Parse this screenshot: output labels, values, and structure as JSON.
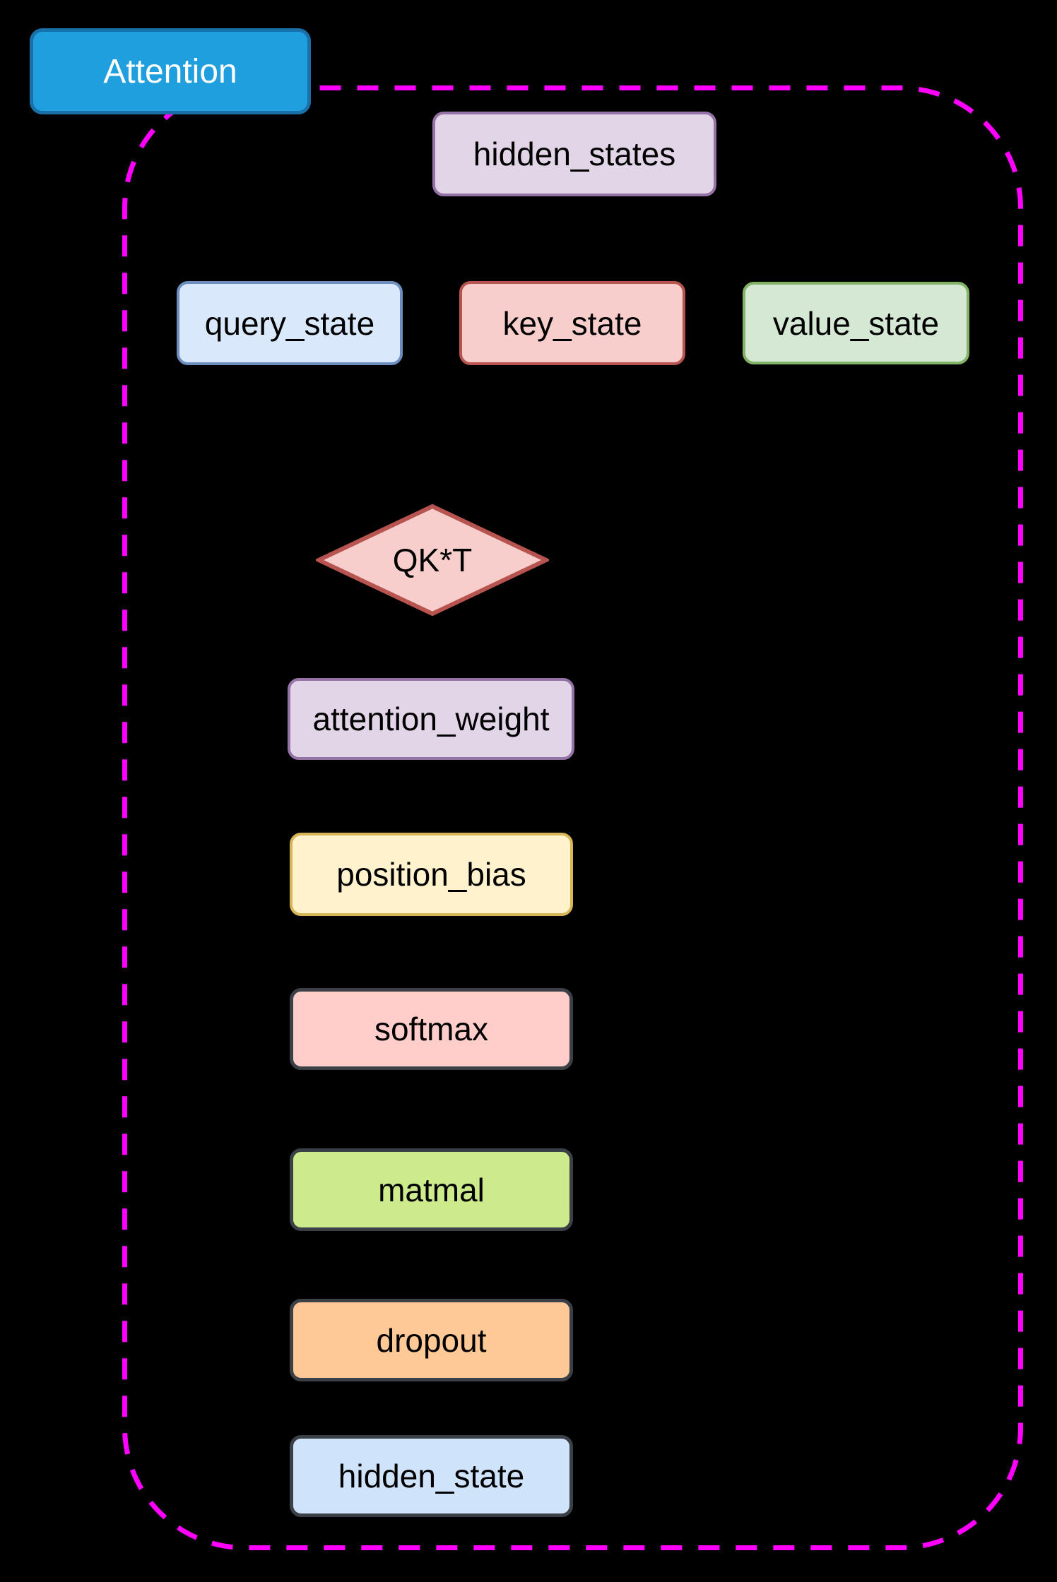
{
  "diagram": {
    "background_color": "#000000",
    "title": {
      "label": "Attention",
      "fill": "#209fdf",
      "stroke": "#1a70a8",
      "text_color": "#ffffff"
    },
    "frame": {
      "style": "dashed",
      "color": "#ff00ff"
    },
    "nodes": [
      {
        "id": "hidden_states",
        "label": "hidden_states",
        "shape": "rounded-rect",
        "fill": "#e1d5e7",
        "stroke": "#9673a6"
      },
      {
        "id": "query_state",
        "label": "query_state",
        "shape": "rounded-rect",
        "fill": "#dae8fc",
        "stroke": "#6c8ebf"
      },
      {
        "id": "key_state",
        "label": "key_state",
        "shape": "rounded-rect",
        "fill": "#f8cecc",
        "stroke": "#b85450"
      },
      {
        "id": "value_state",
        "label": "value_state",
        "shape": "rounded-rect",
        "fill": "#d5e8d4",
        "stroke": "#82b366"
      },
      {
        "id": "qkt",
        "label": "QK*T",
        "shape": "diamond",
        "fill": "#f8cecc",
        "stroke": "#b85450"
      },
      {
        "id": "attention_weight",
        "label": "attention_weight",
        "shape": "rounded-rect",
        "fill": "#e1d5e7",
        "stroke": "#9673a6"
      },
      {
        "id": "position_bias",
        "label": "position_bias",
        "shape": "rounded-rect",
        "fill": "#fff2cc",
        "stroke": "#d6b656"
      },
      {
        "id": "softmax",
        "label": "softmax",
        "shape": "rounded-rect",
        "fill": "#ffcdca",
        "stroke": "#3a4045"
      },
      {
        "id": "matmal",
        "label": "matmal",
        "shape": "rounded-rect",
        "fill": "#cdea8c",
        "stroke": "#3a4045"
      },
      {
        "id": "dropout",
        "label": "dropout",
        "shape": "rounded-rect",
        "fill": "#fec996",
        "stroke": "#3a4045"
      },
      {
        "id": "hidden_state",
        "label": "hidden_state",
        "shape": "rounded-rect",
        "fill": "#cfe3fb",
        "stroke": "#3a4045"
      }
    ]
  }
}
